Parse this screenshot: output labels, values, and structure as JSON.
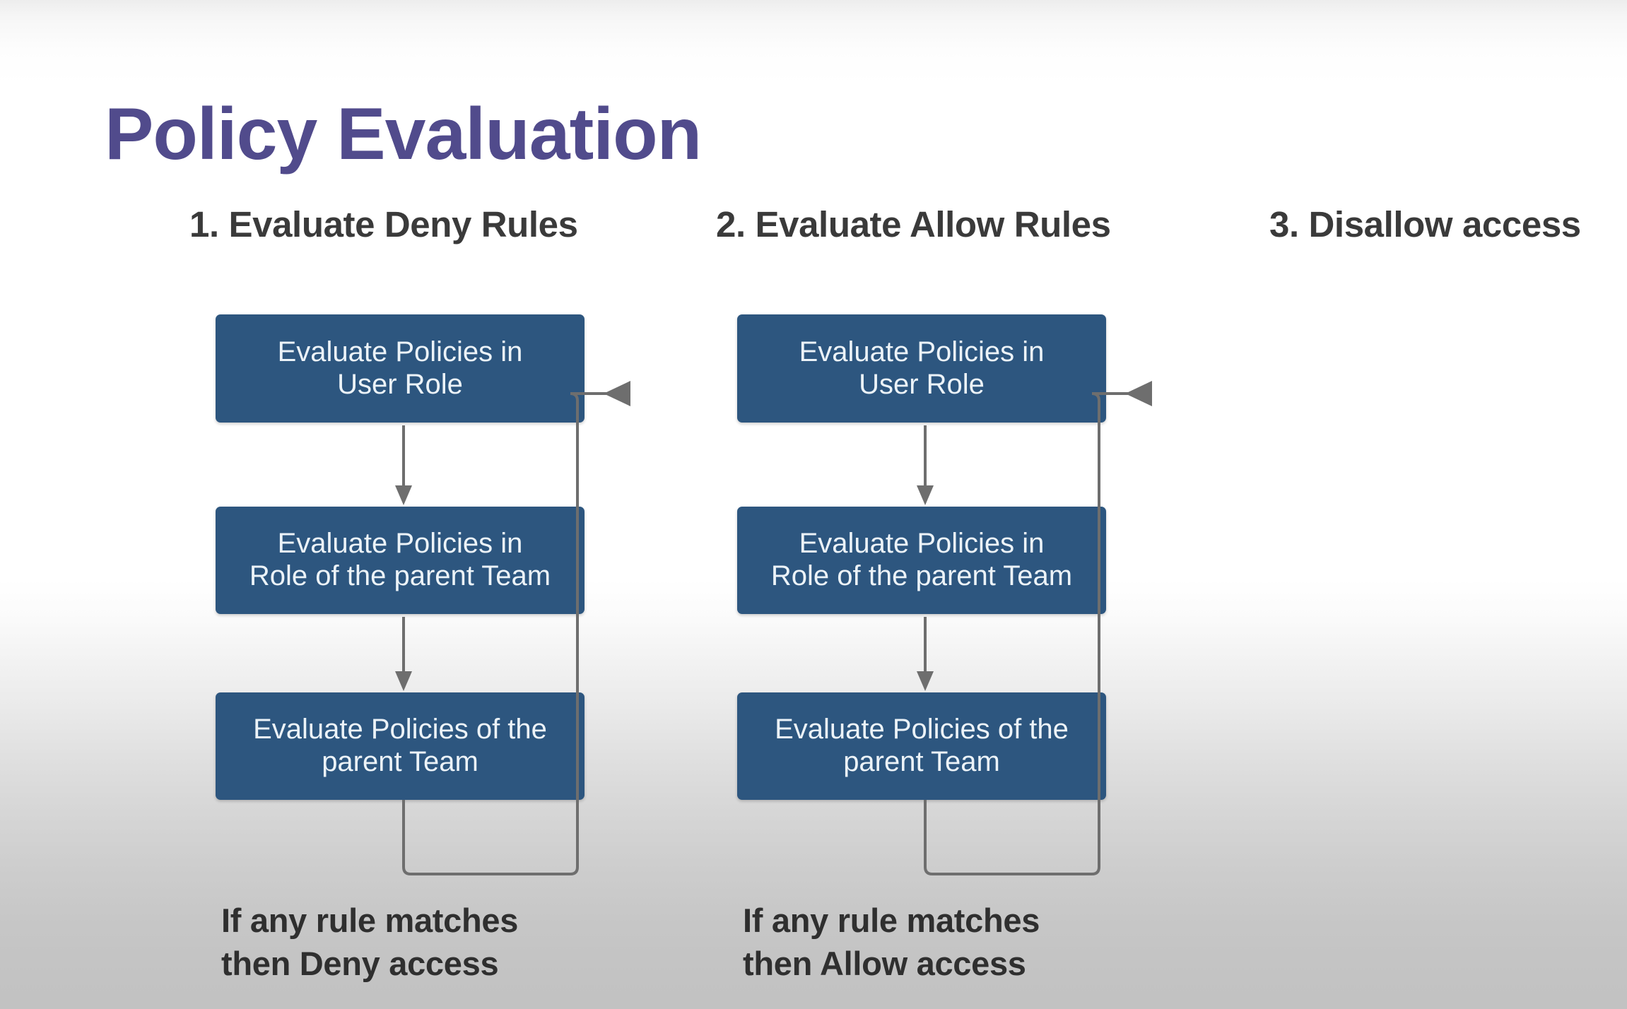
{
  "slide": {
    "title": "Policy Evaluation",
    "title_color": "#514b8c",
    "background_top_color": "#ffffff",
    "background_bottom_color": "#c2c2c2"
  },
  "columns": [
    {
      "header": "1. Evaluate Deny Rules",
      "boxes": [
        {
          "line1": "Evaluate Policies in",
          "line2": "User Role"
        },
        {
          "line1": "Evaluate Policies in",
          "line2": "Role of the parent Team"
        },
        {
          "line1": "Evaluate Policies of the",
          "line2": "parent Team"
        }
      ],
      "caption": {
        "line1": "If any rule matches",
        "line2": "then Deny access"
      },
      "box_color": "#2d567f",
      "arrow_color": "#6e6e6e"
    },
    {
      "header": "2. Evaluate Allow Rules",
      "boxes": [
        {
          "line1": "Evaluate Policies in",
          "line2": "User Role"
        },
        {
          "line1": "Evaluate Policies in",
          "line2": "Role of the parent Team"
        },
        {
          "line1": "Evaluate Policies of the",
          "line2": "parent Team"
        }
      ],
      "caption": {
        "line1": "If any rule matches",
        "line2": "then Allow access"
      },
      "box_color": "#2d567f",
      "arrow_color": "#6e6e6e"
    },
    {
      "header": "3. Disallow access",
      "boxes": [],
      "caption": null
    }
  ]
}
